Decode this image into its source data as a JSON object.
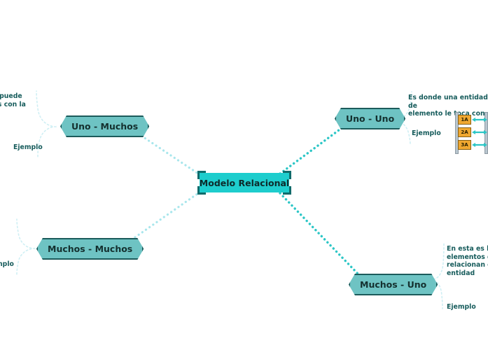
{
  "diagram": {
    "type": "mind-map",
    "title": "Modelo Relacional",
    "central_node": {
      "label": "Modelo Relacional"
    },
    "branches": [
      {
        "id": "uno-muchos",
        "label": "Uno - Muchos",
        "side": "left",
        "annotation": "co puede\nnes con la",
        "example_label": "Ejemplo"
      },
      {
        "id": "uno-uno",
        "label": "Uno - Uno",
        "side": "right",
        "annotation": "Es donde una entidad de\nelemento le toca con otr",
        "example_label": "Ejemplo"
      },
      {
        "id": "muchos-muchos",
        "label": "Muchos - Muchos",
        "side": "left",
        "annotation": "",
        "example_label": "mplo"
      },
      {
        "id": "muchos-uno",
        "label": "Muchos - Uno",
        "side": "right",
        "annotation": "En esta es lo q\nelementos de\nrelacionan co\nentidad",
        "example_label": "Ejemplo"
      }
    ],
    "example_diagram": {
      "left_boxes": [
        "1A",
        "2A",
        "3A"
      ],
      "arrow_icon": "double-arrow-icon"
    },
    "colors": {
      "central_fill": "#1ecdcd",
      "central_border": "#0f6b6b",
      "node_fill": "#6ec3c3",
      "node_border": "#1c5b5b",
      "connector_light": "#a8e6ec",
      "connector_strong": "#2cc6c6",
      "text": "#175c5c",
      "example_fill": "#f0a830",
      "example_border": "#8a6215",
      "arrow": "#2cc6c6"
    }
  }
}
